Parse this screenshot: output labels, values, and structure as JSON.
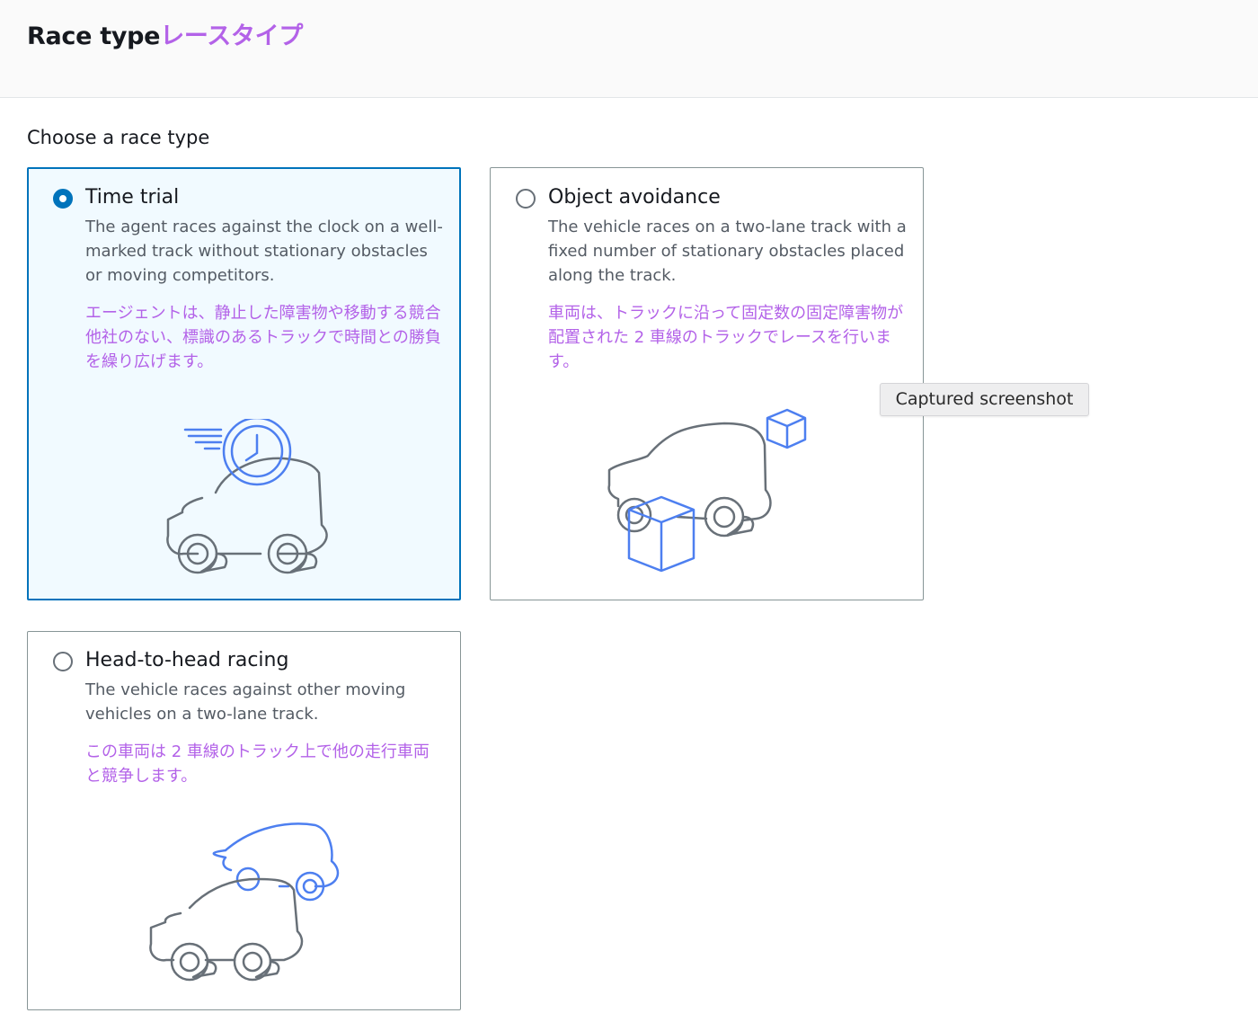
{
  "header": {
    "title": "Race type",
    "title_jp": "レースタイプ"
  },
  "section": {
    "label": "Choose a race type"
  },
  "options": [
    {
      "title": "Time trial",
      "description": "The agent races against the clock on a well-marked track without stationary obstacles or moving competitors.",
      "description_jp": "エージェントは、静止した障害物や移動する競合他社のない、標識のあるトラックで時間との勝負を繰り広げます。",
      "selected": true
    },
    {
      "title": "Object avoidance",
      "description": "The vehicle races on a two-lane track with a fixed number of stationary obstacles placed along the track.",
      "description_jp": "車両は、トラックに沿って固定数の固定障害物が配置された 2 車線のトラックでレースを行います。",
      "selected": false
    },
    {
      "title": "Head-to-head racing",
      "description": "The vehicle races against other moving vehicles on a two-lane track.",
      "description_jp": "この車両は 2 車線のトラック上で他の走行車両と競争します。",
      "selected": false
    }
  ],
  "tooltip": {
    "text": "Captured screenshot"
  },
  "colors": {
    "accent_blue": "#0073bb",
    "japanese_text": "#b362e8",
    "illustration_gray": "#687078",
    "illustration_blue": "#4d7ff0",
    "selected_background": "#f1faff"
  },
  "icons": [
    "stopwatch-icon",
    "car-icon",
    "obstacle-cube-icon"
  ]
}
